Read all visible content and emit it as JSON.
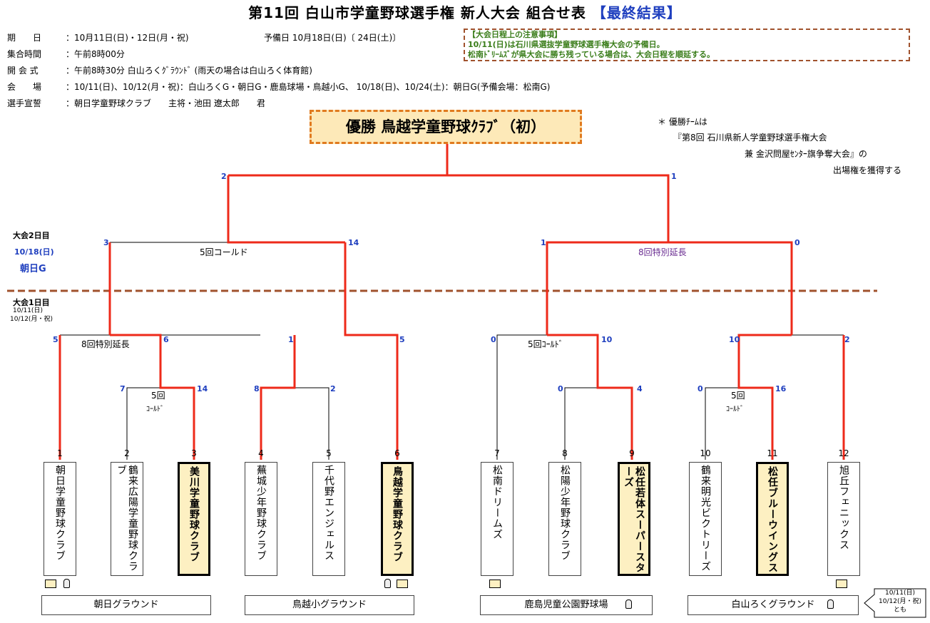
{
  "title": {
    "main": "第11回  白山市学童野球選手権 新人大会  組合せ表",
    "result": "【最終結果】"
  },
  "info": {
    "date_label": "期　　日",
    "date_value": "：10月11日(日)・12日(月・祝)",
    "reserve": "予備日 10月18日(日)〔 24日(土)〕",
    "meet_label": "集合時間",
    "meet_value": "：午前8時00分",
    "open_label": "開 会 式",
    "open_value": "：午前8時30分  白山ろくｸﾞﾗｳﾝﾄﾞ (雨天の場合は白山ろく体育館)",
    "venue_label": "会　　場",
    "venue_value": "：10/11(日)、10/12(月・祝)：白山ろくG・朝日G・鹿島球場・鳥越小G、 10/18(日)、10/24(土)：朝日G(予備会場：松南G)",
    "oath_label": "選手宣誓",
    "oath_value": "：朝日学童野球クラブ　　主将・池田 遼太郎　　君"
  },
  "notice": {
    "line1": "【大会日程上の注意事項】",
    "line2": "10/11(日)は石川県選抜学童野球選手権大会の予備日。",
    "line3": "松南ﾄﾞﾘｰﾑｽﾞが県大会に勝ち残っている場合は、大会日程を順延する。"
  },
  "winner": "優勝  鳥越学童野球ｸﾗﾌﾞ（初）",
  "note": {
    "line1": "＊ 優勝ﾁｰﾑは",
    "line2": "『第8回 石川県新人学童野球選手権大会",
    "line3": "兼  金沢問屋ｾﾝﾀｰ旗争奪大会』の",
    "line4": "出場権を獲得する"
  },
  "day2": {
    "label": "大会2日目",
    "date": "10/18(日)",
    "place": "朝日G"
  },
  "day1": {
    "label": "大会1日目",
    "date1": "10/11(日)",
    "date2": "10/12(月・祝)"
  },
  "annotations": {
    "semi_left": "5回コールド",
    "semi_right": "8回特別延長",
    "qf1": "8回特別延長",
    "qf3": "5回ｺｰﾙﾄﾞ",
    "r1a_top": "5回",
    "r1a_bot": "ｺｰﾙﾄﾞ",
    "r1d_top": "5回",
    "r1d_bot": "ｺｰﾙﾄﾞ"
  },
  "scores": {
    "final_l": "2",
    "final_r": "1",
    "semi1_l": "3",
    "semi1_r": "14",
    "semi2_l": "1",
    "semi2_r": "0",
    "qf1_l": "5",
    "qf1_r": "6",
    "qf2_l": "1",
    "qf2_r": "5",
    "qf3_l": "0",
    "qf3_r": "10",
    "qf4_l": "10",
    "qf4_r": "2",
    "r1a_l": "7",
    "r1a_r": "14",
    "r1b_l": "8",
    "r1b_r": "2",
    "r1c_l": "0",
    "r1c_r": "4",
    "r1d_l": "0",
    "r1d_r": "16"
  },
  "teams": [
    {
      "num": "1",
      "name": "朝日学童野球クラブ",
      "winner": false
    },
    {
      "num": "2",
      "name": "鶴来広陽学童野球クラブ",
      "winner": false
    },
    {
      "num": "3",
      "name": "美川学童野球クラブ",
      "winner": true
    },
    {
      "num": "4",
      "name": "蕪城少年野球クラブ",
      "winner": false
    },
    {
      "num": "5",
      "name": "千代野エンジェルス",
      "winner": false
    },
    {
      "num": "6",
      "name": "鳥越学童野球クラブ",
      "winner": true
    },
    {
      "num": "7",
      "name": "松南ドリームズ",
      "winner": false
    },
    {
      "num": "8",
      "name": "松陽少年野球クラブ",
      "winner": false
    },
    {
      "num": "9",
      "name": "松任若体スーパースターズ",
      "winner": true
    },
    {
      "num": "10",
      "name": "鶴来明光ビクトリーズ",
      "winner": false
    },
    {
      "num": "11",
      "name": "松任ブルーウイングス",
      "winner": true
    },
    {
      "num": "12",
      "name": "旭丘フェニックス",
      "winner": false
    }
  ],
  "grounds": [
    "朝日グラウンド",
    "鳥越小グラウンド",
    "鹿島児童公園野球場",
    "白山ろくグラウンド"
  ],
  "callout": {
    "line1": "10/11(日)",
    "line2": "10/12(月・祝)",
    "line3": "とも"
  },
  "colors": {
    "win_line": "#ee2a1a",
    "score": "#1f3fbf",
    "divider": "#a0522d"
  }
}
